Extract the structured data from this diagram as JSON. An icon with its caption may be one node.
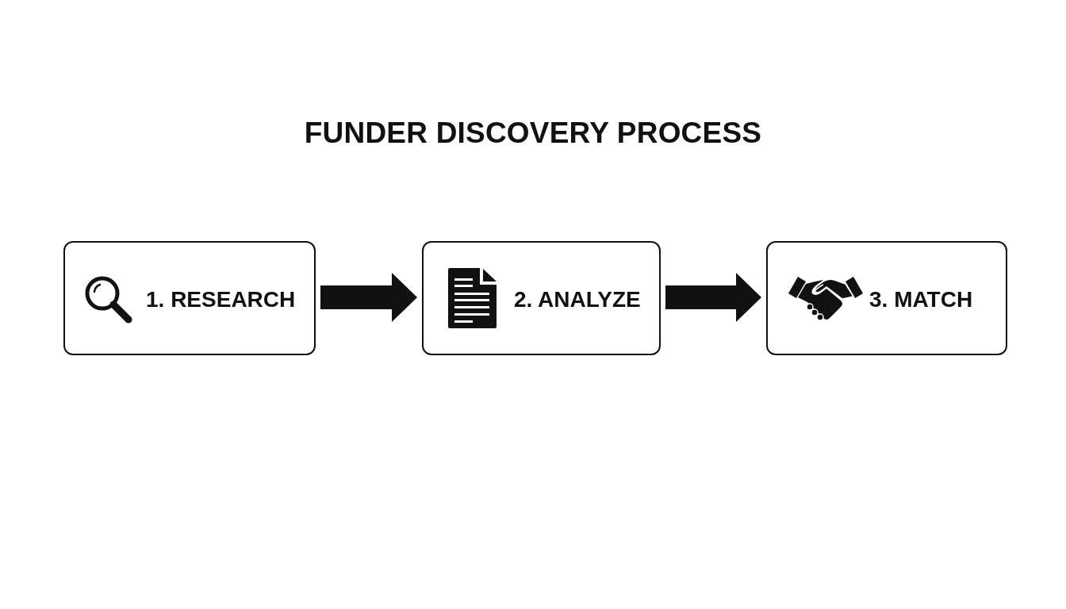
{
  "diagram": {
    "title": "FUNDER DISCOVERY PROCESS",
    "nodes": [
      {
        "text": [
          "1. RESEARCH"
        ]
      },
      {
        "text": [
          "2. ANALYZE"
        ]
      },
      {
        "text": [
          "3. MATCH"
        ]
      }
    ],
    "edges": [
      {
        "from": 0,
        "to": 1,
        "arrow": "to"
      },
      {
        "from": 1,
        "to": 2,
        "arrow": "to"
      }
    ]
  }
}
